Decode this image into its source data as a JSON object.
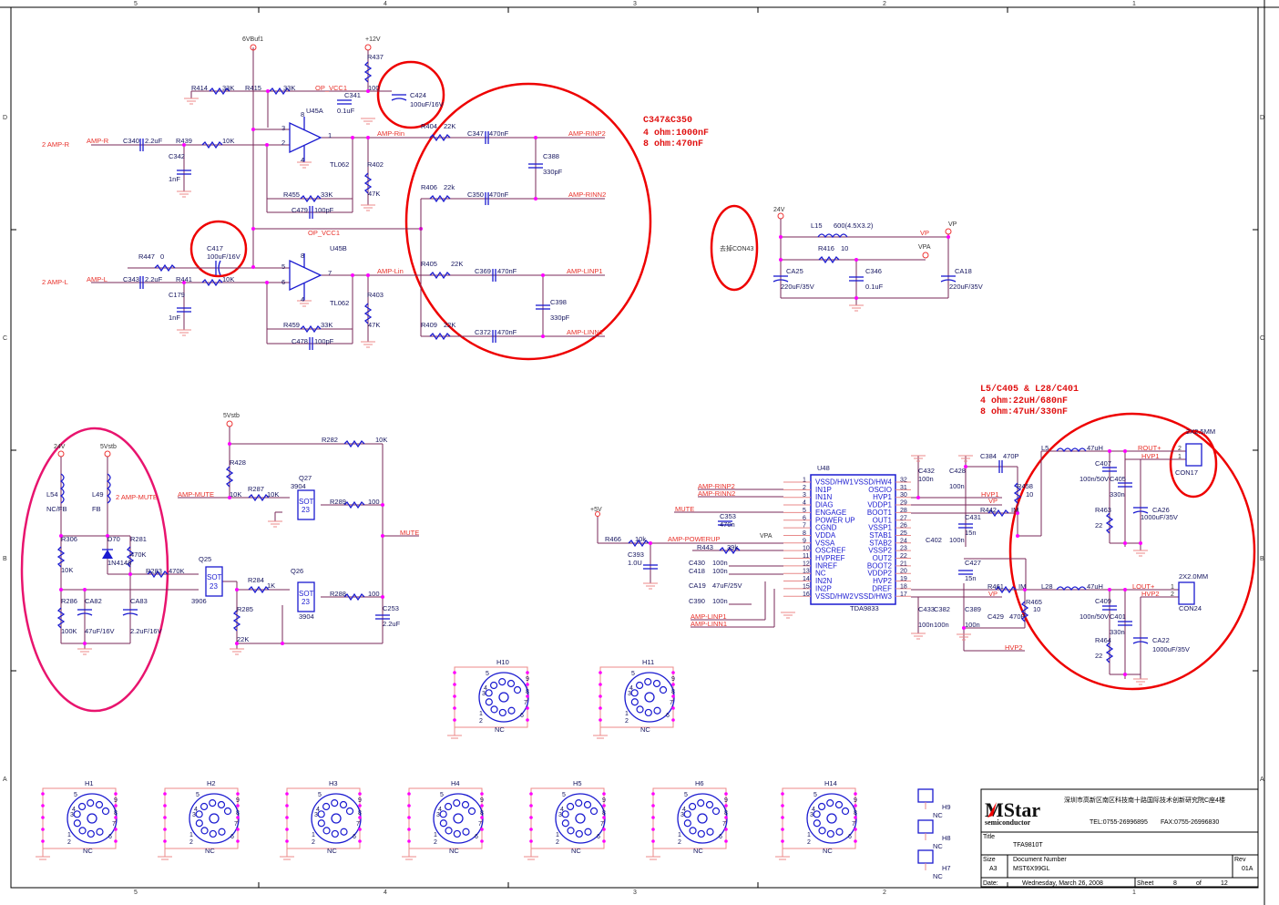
{
  "frame": {
    "columns": [
      "5",
      "4",
      "3",
      "2",
      "1"
    ],
    "rows": [
      "D",
      "C",
      "B",
      "A"
    ]
  },
  "preamp": [
    "6VBuf1",
    "+12V",
    "R437",
    "100",
    "R414",
    "33K",
    "R415",
    "33K",
    "OP_VCC1",
    "C341",
    "0.1uF",
    "C424",
    "100uF/16V",
    "U45A",
    "3",
    "2",
    "1",
    "8",
    "4",
    "2  AMP-R",
    "AMP-R",
    "C340",
    "2.2uF",
    "R439",
    "10K",
    "C342",
    "1nF",
    "TL062",
    "R402",
    "47K",
    "AMP-Rin",
    "R455",
    "33K",
    "C479",
    "100pF",
    "OP_VCC1",
    "U45B",
    "R447",
    "0",
    "C417",
    "100uF/16V",
    "5",
    "6",
    "7",
    "8",
    "4",
    "2  AMP-L",
    "AMP-L",
    "C343",
    "2.2uF",
    "R441",
    "10K",
    "C179",
    "1nF",
    "TL062",
    "R403",
    "47K",
    "AMP-Lin",
    "R459",
    "33K",
    "C478",
    "100pF"
  ],
  "coupling": [
    "R404",
    "22K",
    "C347",
    "470nF",
    "AMP-RINP2",
    "C388",
    "330pF",
    "R406",
    "22k",
    "C350",
    "470nF",
    "AMP-RINN2",
    "R405",
    "22K",
    "C369",
    "470nF",
    "AMP-LINP1",
    "C398",
    "330pF",
    "R409",
    "22K",
    "C372",
    "470nF",
    "AMP-LINN1"
  ],
  "notes": [
    "C347&C350",
    "4 ohm:1000nF",
    "8 ohm:470nF",
    "L5/C405 & L28/C401",
    "4 ohm:22uH/680nF",
    "8 ohm:47uH/330nF"
  ],
  "removed_note": "去掉CON43",
  "power": [
    "24V",
    "L15",
    "600(4.5X3.2)",
    "VP",
    "VP",
    "R416",
    "10",
    "VPA",
    "CA25",
    "220uF/35V",
    "C346",
    "0.1uF",
    "CA18",
    "220uF/35V"
  ],
  "mute": [
    "24V",
    "5Vstb",
    "5Vstb",
    "R282",
    "10K",
    "R428",
    "L54",
    "NC/FB",
    "L49",
    "FB",
    "2  AMP-MUTE",
    "AMP-MUTE",
    "10K",
    "R287",
    "10K",
    "Q27",
    "3904",
    "R289",
    "100",
    "MUTE",
    "R306",
    "D70",
    "R281",
    "470K",
    "1N4148",
    "10K",
    "R283",
    "470K",
    "Q25",
    "3906",
    "R284",
    "1K",
    "Q26",
    "R288",
    "100",
    "3904",
    "R286",
    "CA82",
    "CA83",
    "100K",
    "47uF/16V",
    "2.2uF/16V",
    "R285",
    "22K",
    "C253",
    "2.2uF",
    "SOT",
    "23",
    "SOT",
    "23",
    "SOT",
    "23"
  ],
  "tda": {
    "ref": "U48",
    "part": "TDA9833",
    "left_pins": [
      "VSSD/HW1",
      "IN1P",
      "IN1N",
      "DIAG",
      "ENGAGE",
      "POWER UP",
      "CGND",
      "VDDA",
      "VSSA",
      "OSCREF",
      "HVPREF",
      "INREF",
      "NC",
      "IN2N",
      "IN2P",
      "VSSD/HW2"
    ],
    "right_pins": [
      "VSSD/HW4",
      "OSCIO",
      "HVP1",
      "VDDP1",
      "BOOT1",
      "OUT1",
      "VSSP1",
      "STAB1",
      "STAB2",
      "VSSP2",
      "OUT2",
      "BOOT2",
      "VDDP2",
      "HVP2",
      "DREF",
      "VSSD/HW3"
    ]
  },
  "amp": [
    "AMP-RINP2",
    "AMP-RINN2",
    "MUTE",
    "+5V",
    "C353",
    "470n",
    "VPA",
    "AMP-POWERUP",
    "R466",
    "10k",
    "R443",
    "39k",
    "C393",
    "1.0U",
    "C430",
    "100n",
    "C418",
    "100n",
    "CA19",
    "47uF/25V",
    "C390",
    "100n",
    "AMP-LINP1",
    "AMP-LINN1",
    "C432",
    "100n",
    "C428",
    "100n",
    "C384",
    "470P",
    "R458",
    "10",
    "HVP1",
    "VP",
    "R442",
    "IM",
    "C431",
    "15n",
    "C402",
    "100n",
    "C427",
    "15n",
    "R461",
    "IM",
    "VP",
    "R465",
    "10",
    "C433",
    "C382",
    "100n",
    "100n",
    "C389",
    "100n",
    "C429",
    "470P",
    "HVP2"
  ],
  "output": [
    "L5",
    "47uH",
    "ROUT+",
    "HVP1",
    "2X2.5MM",
    "2",
    "1",
    "CON17",
    "C407",
    "100n/50V",
    "C405",
    "330n",
    "R463",
    "22",
    "CA26",
    "1000uF/35V",
    "L28",
    "47uH",
    "LOUT+",
    "HVP2",
    "2X2.0MM",
    "1",
    "2",
    "CON24",
    "C409",
    "100n/50V",
    "C401",
    "330n",
    "R464",
    "22",
    "CA22",
    "1000uF/35V"
  ],
  "holes": {
    "names": [
      "H10",
      "H11",
      "H1",
      "H2",
      "H3",
      "H4",
      "H5",
      "H6",
      "H14"
    ],
    "pins": [
      "1",
      "2",
      "3",
      "4",
      "5",
      "6",
      "7",
      "8",
      "9"
    ],
    "nc": "NC",
    "small": [
      "H9",
      "H8",
      "H7"
    ]
  },
  "title_block": {
    "company_logo": "MStar semiconductor",
    "address": "深圳市高新区南区科技南十路国际技术创新研究院C座4楼",
    "tel": "TEL:0755-26996895",
    "fax": "FAX:0755-26996830",
    "title_label": "Title",
    "title": "TFA9810T",
    "size_label": "Size",
    "size": "A3",
    "docnum_label": "Document Number",
    "docnum": "MST6X99GL",
    "rev_label": "Rev",
    "rev": "01A",
    "date_label": "Date:",
    "date": "Wednesday, March 26, 2008",
    "sheet_label": "Sheet",
    "sheet": "8",
    "of_label": "of",
    "sheets": "12"
  }
}
